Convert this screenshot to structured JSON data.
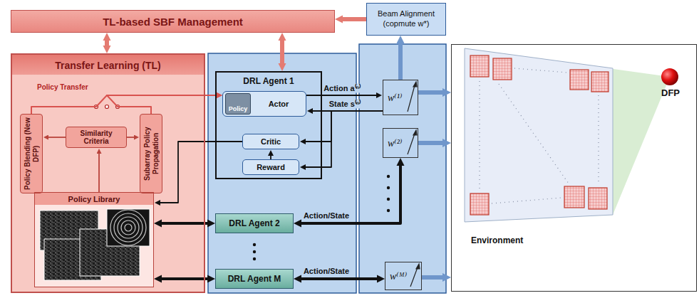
{
  "diagram": {
    "nodes": [
      {
        "text": [
          "TL-based SBF Management"
        ]
      },
      {
        "text": [
          "Beam Alignment (copmute w*)"
        ]
      },
      {
        "text": [
          "Transfer Learning (TL)"
        ]
      },
      {
        "text": [
          "Policy Blending (New DFP)"
        ],
        "in": 2
      },
      {
        "text": [
          "Similarity Criteria"
        ],
        "in": 2
      },
      {
        "text": [
          "Subarray Policy Propagation"
        ],
        "in": 2
      },
      {
        "text": [
          "Policy Library"
        ],
        "in": 2
      },
      {
        "text": [
          "DRL Agent 1"
        ]
      },
      {
        "text": [
          "Actor"
        ],
        "in": 7
      },
      {
        "text": [
          "Policy"
        ],
        "in": 8
      },
      {
        "text": [
          "Critic"
        ],
        "in": 7
      },
      {
        "text": [
          "Reward"
        ],
        "in": 7
      },
      {
        "text": [
          "DRL Agent 2"
        ]
      },
      {
        "text": [
          "DRL Agent M"
        ]
      },
      {
        "text": [
          "w⁽¹⁾"
        ]
      },
      {
        "text": [
          "w⁽²⁾"
        ]
      },
      {
        "text": [
          "w⁽ᴹ⁾"
        ]
      },
      {
        "text": [
          "Environment"
        ]
      }
    ],
    "edges": [
      {
        "from": 0,
        "to": 2,
        "arrow": "both"
      },
      {
        "from": 0,
        "to": 7,
        "arrow": "both"
      },
      {
        "from": 1,
        "to": 0,
        "arrow": "to"
      },
      {
        "from": 14,
        "to": 1,
        "arrow": "to"
      },
      {
        "from": 3,
        "to": 8,
        "arrow": "to"
      },
      {
        "from": 5,
        "to": 8,
        "arrow": "to"
      },
      {
        "from": 4,
        "to": 3,
        "arrow": "to"
      },
      {
        "from": 4,
        "to": 5,
        "arrow": "to"
      },
      {
        "from": 6,
        "to": 4,
        "arrow": "to"
      },
      {
        "from": 10,
        "to": 6,
        "arrow": "to"
      },
      {
        "from": 6,
        "to": 12,
        "arrow": "both"
      },
      {
        "from": 6,
        "to": 13,
        "arrow": "both"
      },
      {
        "from": 8,
        "to": 14,
        "arrow": "to",
        "label": "Action a⁽ⁿ⁾"
      },
      {
        "from": 14,
        "to": 8,
        "arrow": "to",
        "label": "State s⁽ⁿ⁾"
      },
      {
        "from": 14,
        "to": 10,
        "arrow": "to"
      },
      {
        "from": 14,
        "to": 11,
        "arrow": "to"
      },
      {
        "from": 11,
        "to": 10,
        "arrow": "to"
      },
      {
        "from": 12,
        "to": 15,
        "arrow": "both",
        "label": "Action/State"
      },
      {
        "from": 13,
        "to": 16,
        "arrow": "both",
        "label": "Action/State"
      },
      {
        "from": 14,
        "to": 17,
        "arrow": "to"
      },
      {
        "from": 15,
        "to": 17,
        "arrow": "to"
      },
      {
        "from": 16,
        "to": 17,
        "arrow": "to"
      }
    ],
    "labels": [
      "Policy Transfer",
      "DFP"
    ]
  }
}
